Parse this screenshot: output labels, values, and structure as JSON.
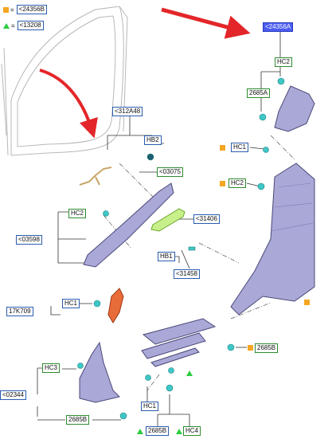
{
  "legend": {
    "square_ref": "<24356B",
    "triangle_ref": "<13208",
    "equals": "="
  },
  "labels": {
    "top_right_ref": "<24356A",
    "hc2_top": "HC2",
    "ref_2685a": "2685A",
    "ref_312a48": "<312A48",
    "hb2": "HB2",
    "ref_03075": "<03075",
    "hc1_mid": "HC1",
    "hc2_mid": "HC2",
    "hc2_left": "HC2",
    "ref_31406": "<31406",
    "ref_03598": "<03598",
    "hb1": "HB1",
    "ref_31458": "<31458",
    "ref_17k709": "17K709",
    "hc1_left": "HC1",
    "ref_2685b_right": "2685B",
    "hc3": "HC3",
    "ref_02344": "<02344",
    "ref_2685b_bottom_left": "2685B",
    "hc1_bottom": "HC1",
    "ref_2685b_bottom": "2685B",
    "hc4": "HC4"
  },
  "colors": {
    "part_fill": "#a9a8d6",
    "part_stroke": "#4a4878",
    "clip": "#3fc7c7",
    "arrow": "#e3262a",
    "square": "#f5a623",
    "triangle": "#2ecc40",
    "green_border": "#2e8b2e",
    "blue_border": "#2a5db0"
  }
}
